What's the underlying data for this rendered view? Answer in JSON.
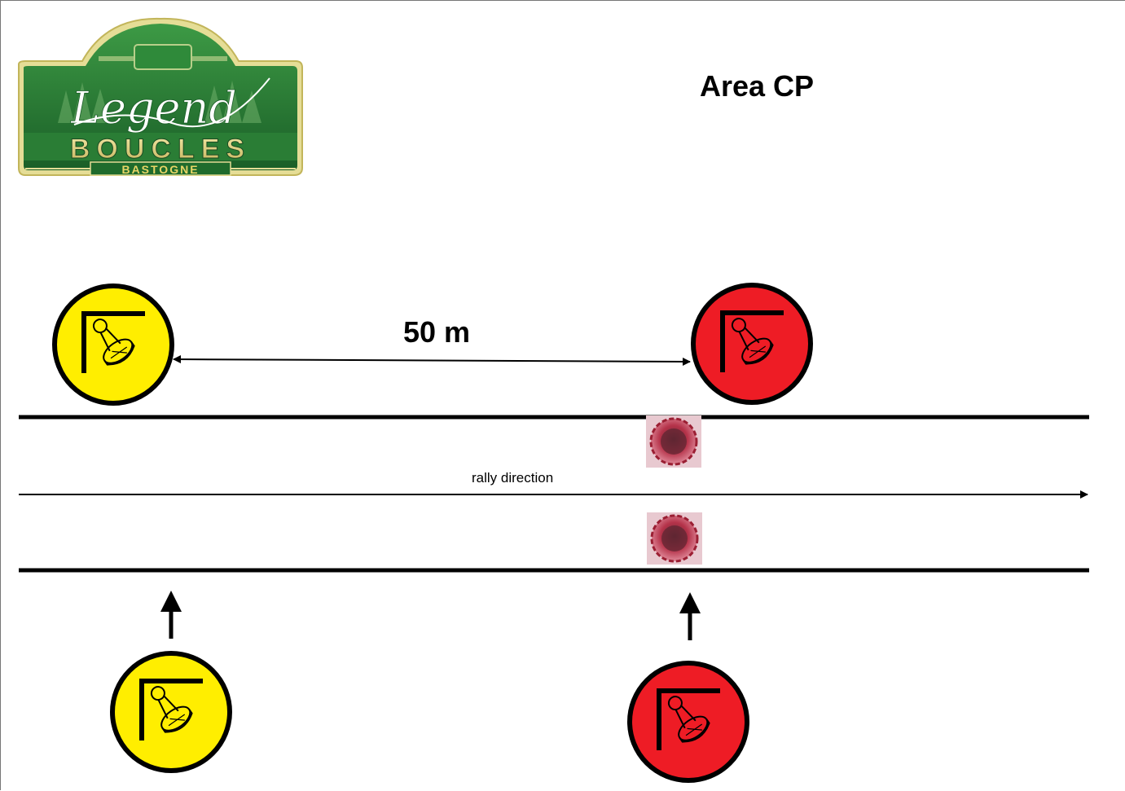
{
  "header": {
    "title": "Area CP"
  },
  "logo": {
    "script_word": "Legend",
    "main_word": "BOUCLES",
    "place_word": "BASTOGNE",
    "colors": {
      "outer_border": "#e3d98a",
      "green_dark": "#1f6b2c",
      "green_mid": "#2f8a3a",
      "gold": "#c9b84a",
      "gold_text": "#e8d566"
    }
  },
  "diagram": {
    "distance_label": "50 m",
    "direction_label": "rally direction",
    "signs": [
      {
        "role": "area-cp-entry-sign-roadside",
        "type": "time-control-clock",
        "color": "yellow"
      },
      {
        "role": "area-cp-sign-roadside",
        "type": "time-control-clock",
        "color": "red"
      },
      {
        "role": "area-cp-entry-sign-bottom",
        "type": "time-control-clock",
        "color": "yellow"
      },
      {
        "role": "area-cp-sign-bottom",
        "type": "time-control-clock",
        "color": "red"
      }
    ],
    "lights": [
      {
        "role": "warning-light-top",
        "color": "red"
      },
      {
        "role": "warning-light-bottom",
        "color": "red"
      }
    ],
    "colors": {
      "yellow_sign": "#ffee00",
      "red_sign": "#ee1c25",
      "sign_border": "#000000",
      "road_line": "#000000",
      "warning_light": "#c9394f"
    }
  }
}
